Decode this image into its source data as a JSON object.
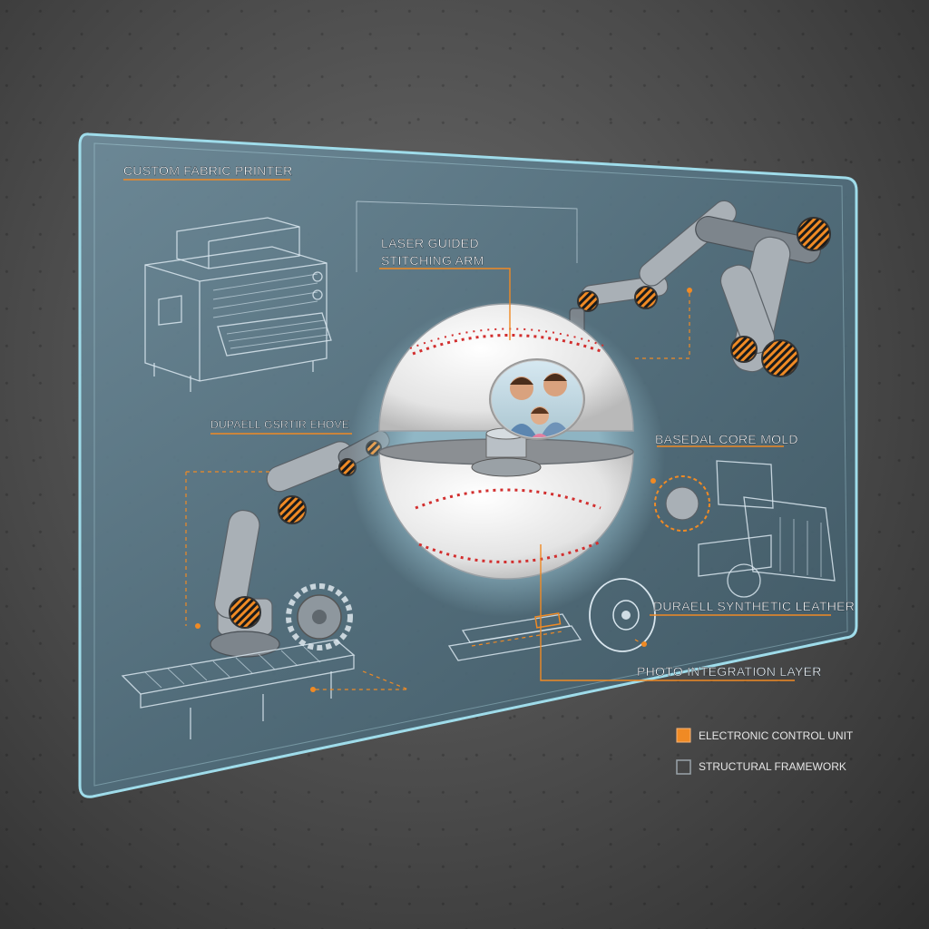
{
  "labels": {
    "fabric_printer": "CUSTOM FABRIC PRINTER",
    "stitching_arm_line1": "LASER GUIDED",
    "stitching_arm_line2": "STITCHING ARM",
    "left_arm": "DUPAELL GSRTIR EHOVE",
    "core_mold": "BASEDAL CORE MOLD",
    "synthetic_leather": "DURAELL SYNTHETIC LEATHER",
    "photo_layer": "PHOTO INTEGRATION LAYER"
  },
  "legend": {
    "items": [
      {
        "label": "ELECTRONIC CONTROL UNIT",
        "color": "#f08a24",
        "swatch": "filled"
      },
      {
        "label": "STRUCTURAL FRAMEWORK",
        "color": "#9aa3aa",
        "swatch": "outline"
      }
    ]
  },
  "colors": {
    "accent": "#f08a24",
    "panel": "#5f7c8c",
    "panel_edge": "#9fdcea",
    "stitch": "#d22f2f"
  }
}
